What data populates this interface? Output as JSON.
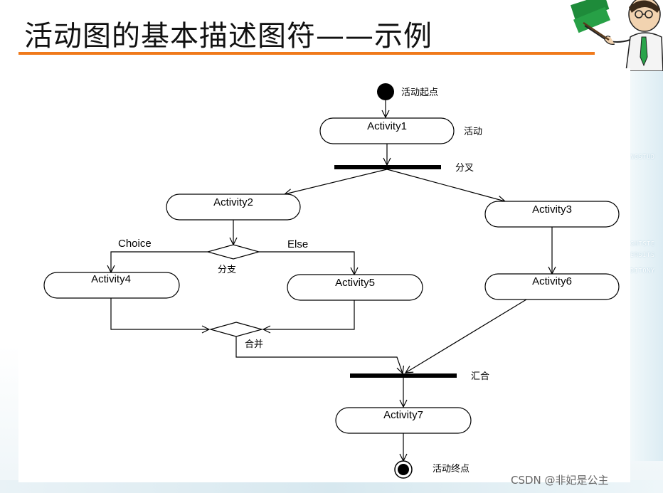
{
  "slide": {
    "title": "活动图的基本描述图符——示例"
  },
  "diagram": {
    "start_label": "活动起点",
    "end_label": "活动终点",
    "activity_label": "活动",
    "fork_label": "分叉",
    "branch_label": "分支",
    "merge_label": "合并",
    "join_label": "汇合",
    "choice_guard": "Choice",
    "else_guard": "Else",
    "activities": [
      "Activity1",
      "Activity2",
      "Activity3",
      "Activity4",
      "Activity5",
      "Activity6",
      "Activity7"
    ]
  },
  "watermark": "CSDN @非妃是公主",
  "colors": {
    "accent_rule": "#f07a1c",
    "diagram_stroke": "#000000"
  }
}
